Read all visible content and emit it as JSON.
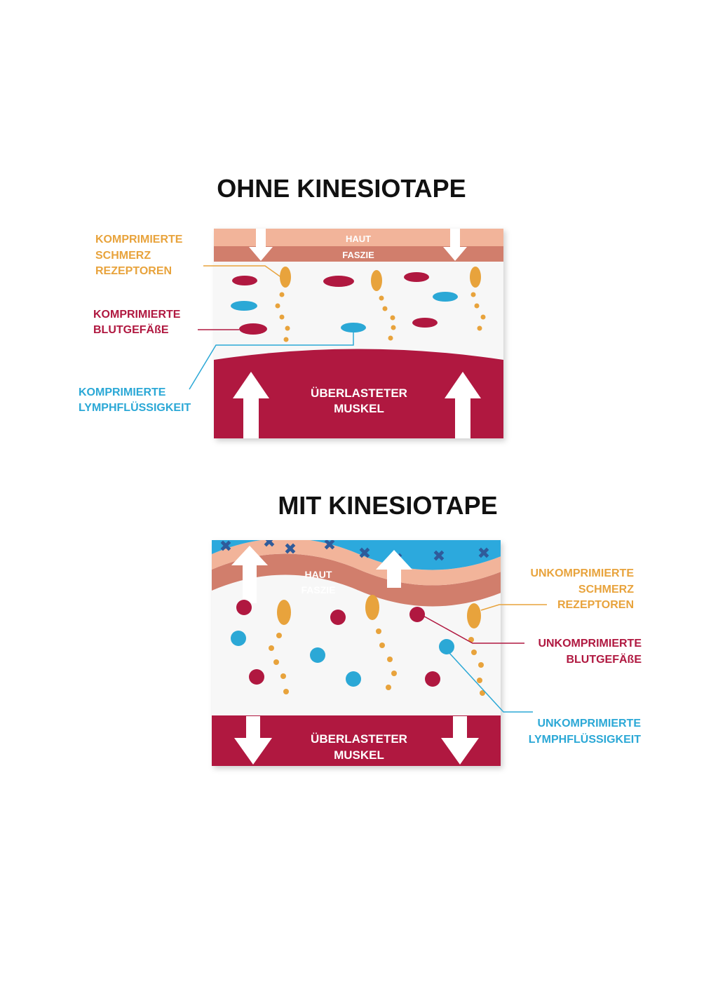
{
  "colors": {
    "orange": "#E8A33C",
    "crimson": "#B01840",
    "cyan": "#2BA8D6",
    "skin": "#F2B49A",
    "fascia": "#D17E6C",
    "tape": "#2CA9DD",
    "tape_pattern": "#2F5B9A",
    "panel_bg": "#F7F7F7",
    "title": "#111111"
  },
  "panel_without": {
    "title": "OHNE KINESIOTAPE",
    "skin_label": "HAUT",
    "fascia_label": "FASZIE",
    "muscle_label": [
      "ÜBERLASTETER",
      "MUSKEL"
    ],
    "callouts": {
      "pain_receptors": [
        "KOMPRIMIERTE",
        "SCHMERZ",
        "REZEPTOREN"
      ],
      "blood_vessels": [
        "KOMPRIMIERTE",
        "BLUTGEFÄßE"
      ],
      "lymph": [
        "KOMPRIMIERTE",
        "LYMPHFLÜSSIGKEIT"
      ]
    }
  },
  "panel_with": {
    "title": "MIT KINESIOTAPE",
    "skin_label": "HAUT",
    "fascia_label": "FASZIE",
    "muscle_label": [
      "ÜBERLASTETER",
      "MUSKEL"
    ],
    "callouts": {
      "pain_receptors": [
        "UNKOMPRIMIERTE",
        "SCHMERZ",
        "REZEPTOREN"
      ],
      "blood_vessels": [
        "UNKOMPRIMIERTE",
        "BLUTGEFÄßE"
      ],
      "lymph": [
        "UNKOMPRIMIERTE",
        "LYMPHFLÜSSIGKEIT"
      ]
    }
  }
}
